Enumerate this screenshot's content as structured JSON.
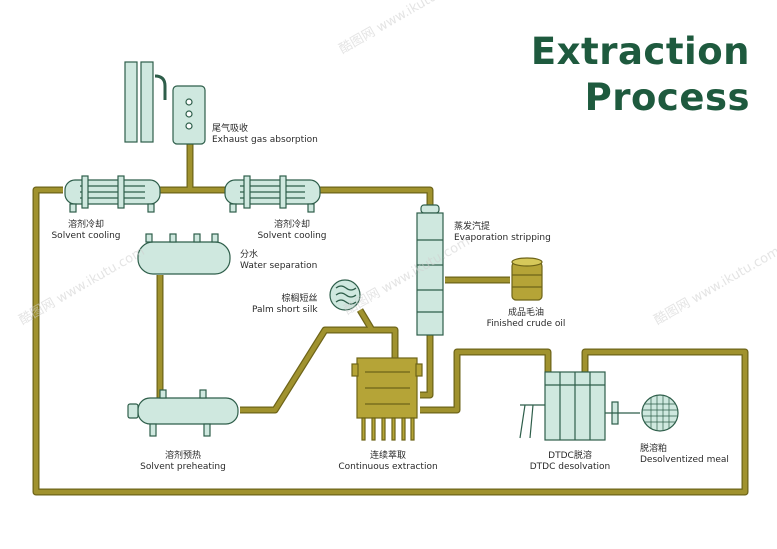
{
  "title": {
    "line1": "Extraction",
    "line2": "Process"
  },
  "colors": {
    "pipe": "#a0922e",
    "pipe_dark": "#6e6418",
    "equipment": "#cfe8df",
    "equipment_stroke": "#2e5e4a",
    "title": "#1e5a3e",
    "extractor": "#b5a437"
  },
  "labels": {
    "exhaust": {
      "zh": "尾气吸收",
      "en": "Exhaust gas absorption"
    },
    "cooling_left": {
      "zh": "溶剂冷却",
      "en": "Solvent cooling"
    },
    "cooling_right": {
      "zh": "溶剂冷却",
      "en": "Solvent cooling"
    },
    "water_sep": {
      "zh": "分水",
      "en": "Water separation"
    },
    "evaporation": {
      "zh": "蒸发汽提",
      "en": "Evaporation stripping"
    },
    "crude_oil": {
      "zh": "成品毛油",
      "en": "Finished crude oil"
    },
    "palm_silk": {
      "zh": "棕榈短丝",
      "en": "Palm short silk"
    },
    "preheating": {
      "zh": "溶剂预热",
      "en": "Solvent preheating"
    },
    "extraction": {
      "zh": "连续萃取",
      "en": "Continuous extraction"
    },
    "dtdc": {
      "zh": "DTDC脱溶",
      "en": "DTDC desolvation"
    },
    "meal": {
      "zh": "脱溶粕",
      "en": "Desolventized meal"
    }
  },
  "watermarks": [
    "酷图网 www.ikutu.com",
    "酷图网 www.ikutu.com",
    "酷图网 www.ikutu.com",
    "酷图网 www.ikutu.com"
  ]
}
